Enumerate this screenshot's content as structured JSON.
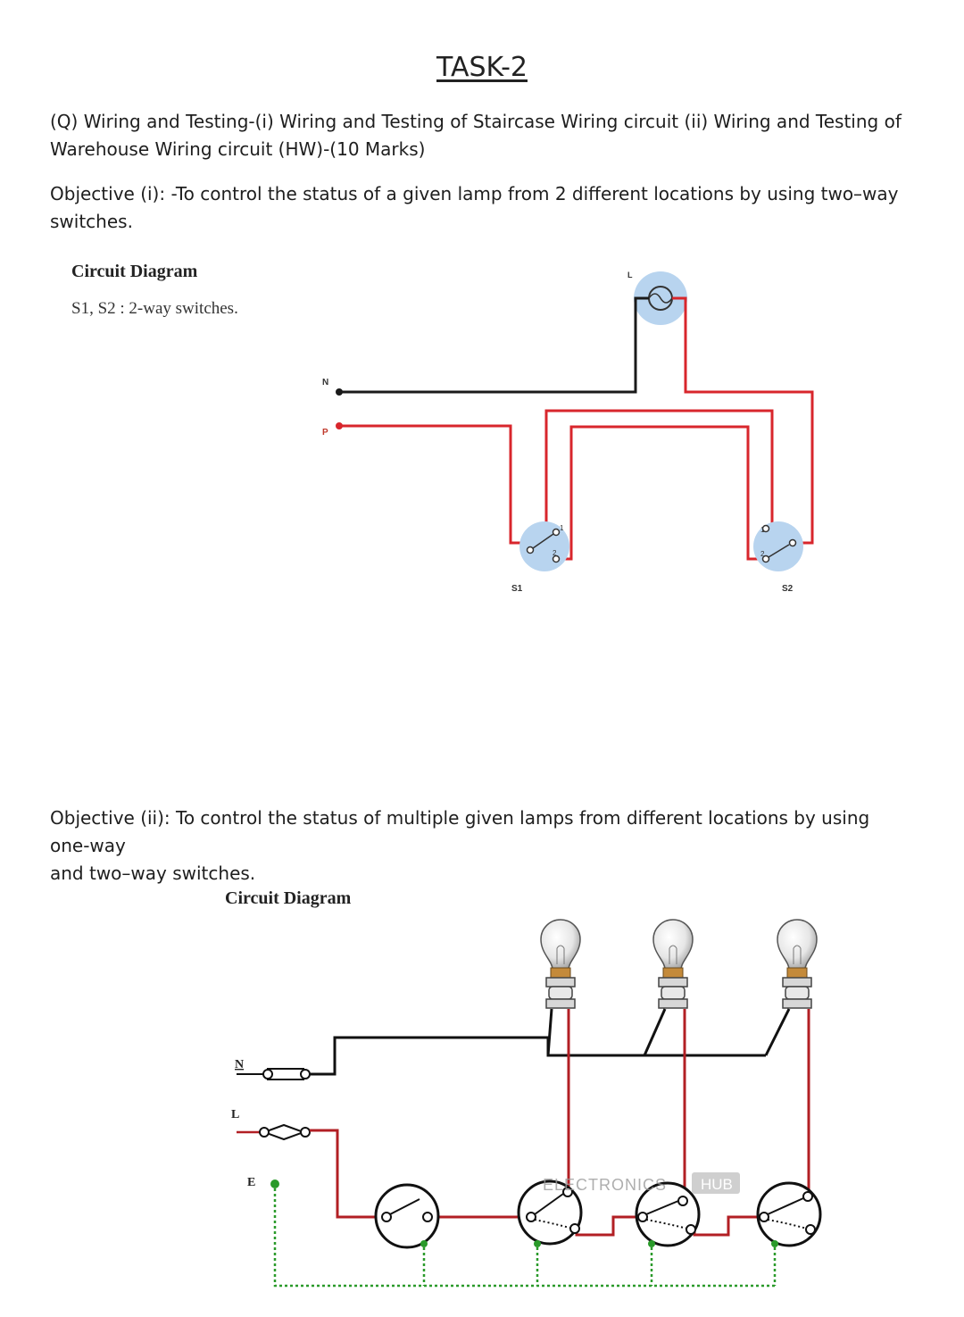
{
  "title": "TASK-2",
  "question": {
    "line1": "(Q) Wiring and Testing-(i) Wiring and Testing of Staircase Wiring circuit (ii) Wiring and Testing of",
    "line2": "Warehouse Wiring circuit (HW)-(10 Marks)"
  },
  "objective1": {
    "line1": "Objective (i): -To control the status of a given lamp from 2 different locations by using two–way",
    "line2": "switches."
  },
  "diagram1": {
    "heading": "Circuit Diagram",
    "caption": "S1, S2 : 2-way switches.",
    "labels": {
      "neutral": "N",
      "phase": "P",
      "lamp": "L",
      "s1": "S1",
      "s2": "S2",
      "t1": "1",
      "t2": "2"
    },
    "colors": {
      "neutral_wire": "#1a1a1a",
      "phase_wire": "#d8262c",
      "switch_bg": "#b8d4ef"
    }
  },
  "objective2": {
    "line1": "Objective (ii):  To control the status of multiple given lamps from different locations by using one-way",
    "line2": "and two–way switches."
  },
  "diagram2": {
    "heading": "Circuit Diagram",
    "labels": {
      "neutral": "N",
      "live": "L",
      "earth": "E"
    },
    "watermark": {
      "part1": "ELECTRONICS",
      "part2": "HUB"
    },
    "colors": {
      "live_wire": "#b21f24",
      "neutral_wire": "#111111",
      "earth_wire": "#2a9a2a"
    }
  }
}
